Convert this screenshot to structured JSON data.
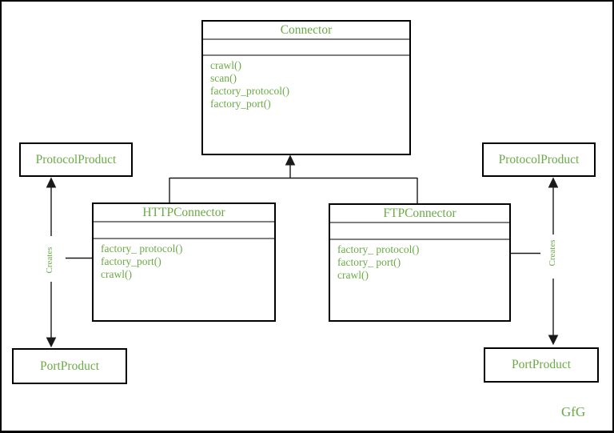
{
  "colors": {
    "green": "#6aaa45",
    "line": "#1a1a1a",
    "divider": "#7f7f7f"
  },
  "classes": [
    {
      "title": "Connector",
      "methods": [
        "crawl()",
        "scan()",
        "factory_protocol()",
        "factory_port()"
      ]
    },
    {
      "title": "HTTPConnector",
      "methods": [
        "factory_ protocol()",
        "factory_port()",
        "crawl()"
      ]
    },
    {
      "title": "FTPConnector",
      "methods": [
        "factory_ protocol()",
        "factory_ port()",
        "crawl()"
      ]
    }
  ],
  "products": [
    {
      "label": "ProtocolProduct"
    },
    {
      "label": "ProtocolProduct"
    },
    {
      "label": "PortProduct"
    },
    {
      "label": "PortProduct"
    }
  ],
  "labels": {
    "creates_left": "Creates",
    "creates_right": "Creates",
    "watermark": "GfG"
  }
}
